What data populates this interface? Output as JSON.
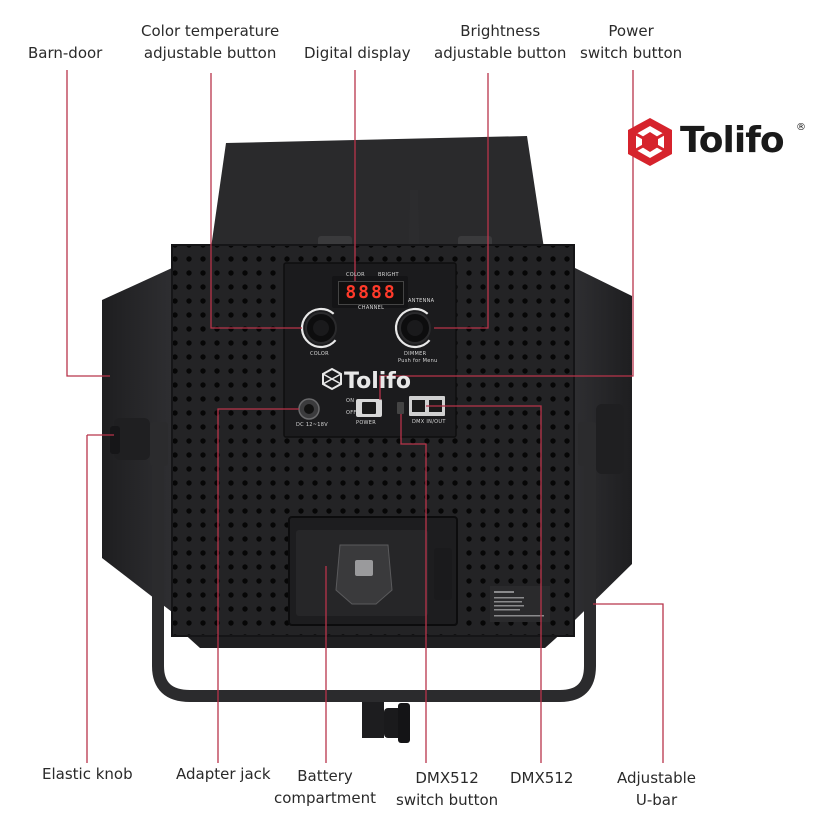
{
  "brand": {
    "name": "Tolifo",
    "registered_mark": "®",
    "logo_color": "#d6232c"
  },
  "labels": {
    "barn_door": "Barn-door",
    "color_temp_line1": "Color temperature",
    "color_temp_line2": "adjustable button",
    "digital_display": "Digital display",
    "brightness_line1": "Brightness",
    "brightness_line2": "adjustable button",
    "power_line1": "Power",
    "power_line2": "switch button",
    "elastic_knob": "Elastic knob",
    "adapter_jack": "Adapter jack",
    "battery_line1": "Battery",
    "battery_line2": "compartment",
    "dmx_switch_line1": "DMX512",
    "dmx_switch_line2": "switch button",
    "dmx512": "DMX512",
    "ubar_line1": "Adjustable",
    "ubar_line2": "U-bar"
  },
  "panel": {
    "display_value": "8888",
    "color_caption": "COLOR",
    "brightness_caption": "BRIGHT",
    "channel_caption": "CHANNEL",
    "antenna_caption": "ANTENNA",
    "knob_left_caption": "COLOR",
    "knob_right_caption": "DIMMER",
    "knob_right_sub": "Push for Menu",
    "dc_caption": "DC 12~18V",
    "power_caption": "POWER",
    "on_caption": "ON",
    "off_caption": "OFF",
    "dmx_caption": "DMX IN/OUT",
    "logo_text": "Tolifo"
  },
  "colors": {
    "leader_line": "#b8344a",
    "housing": "#2b2b2d",
    "panel": "#1e1e20",
    "hole": "#0a0a0a",
    "knob_ring": "#e8e8e8",
    "led": "#ff3a2a"
  }
}
